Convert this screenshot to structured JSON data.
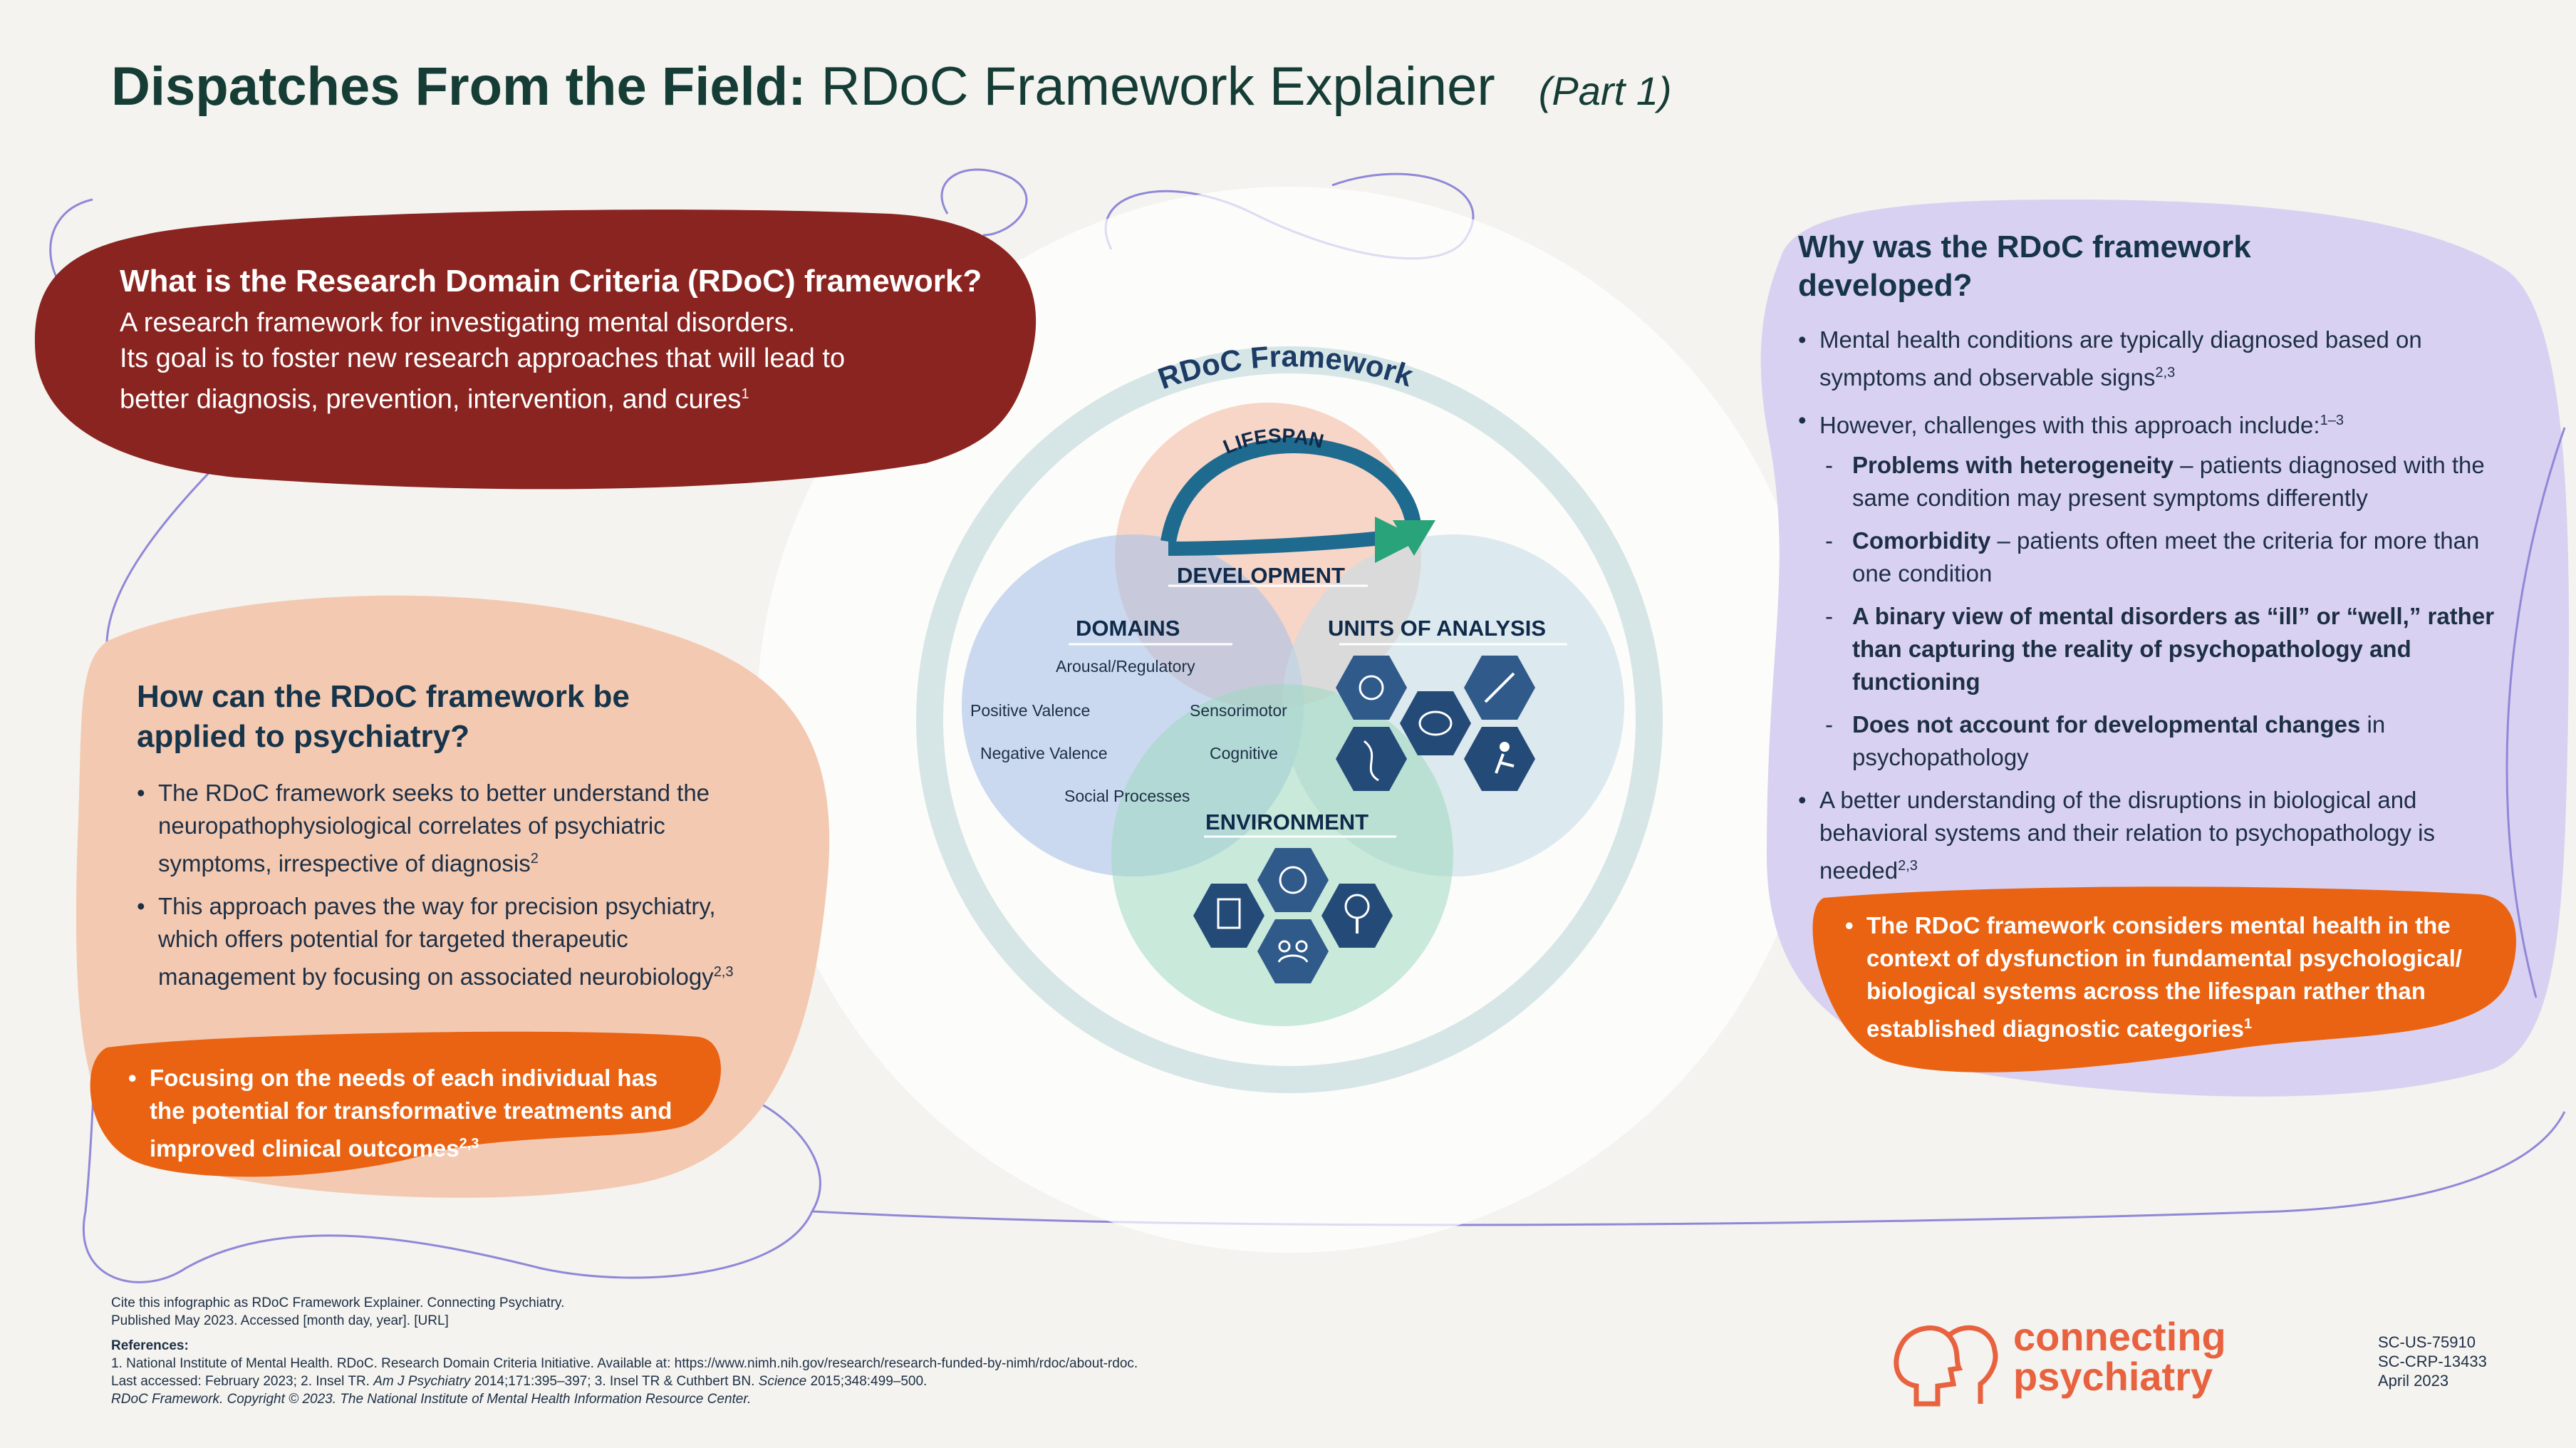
{
  "header": {
    "title_bold": "Dispatches From the Field:",
    "title_regular": "RDoC Framework Explainer",
    "part": "(Part 1)"
  },
  "colors": {
    "dark_red": "#8a2420",
    "peach": "#f4c9b1",
    "orange": "#e96313",
    "lavender": "#d9d1f1",
    "title_green": "#153c35"
  },
  "what_is": {
    "heading": "What is the Research Domain Criteria (RDoC) framework?",
    "lines": [
      "A research framework for investigating mental disorders.",
      "Its goal is to foster new research approaches that will lead to",
      "better diagnosis, prevention, intervention, and cures"
    ],
    "ref": "1"
  },
  "how_applied": {
    "heading_line1": "How can the RDoC framework be",
    "heading_line2": "applied to psychiatry?",
    "bullets": [
      {
        "text": "The RDoC framework seeks to better understand the neuropathophysiological correlates of psychiatric symptoms, irrespective of diagnosis",
        "ref": "2"
      },
      {
        "text": "This approach paves the way for precision psychiatry, which offers potential for targeted therapeutic management by focusing on associated neurobiology",
        "ref": "2,3"
      }
    ],
    "callout": "Focusing on the needs of each individual has the potential for transformative treatments and improved clinical outcomes",
    "callout_ref": "2,3"
  },
  "why_developed": {
    "heading_line1": "Why was the RDoC framework",
    "heading_line2": "developed?",
    "bullet1": {
      "text": "Mental health conditions are typically diagnosed based on symptoms and observable signs",
      "ref": "2,3"
    },
    "bullet2": {
      "text": "However, challenges with this approach include:",
      "ref": "1–3"
    },
    "sub": [
      {
        "bold": "Problems with heterogeneity",
        "text": " – patients diagnosed with the same condition may present symptoms differently"
      },
      {
        "bold": "Comorbidity",
        "text": " – patients often meet the criteria for more than one condition"
      },
      {
        "bold": "A binary view of mental disorders as “ill” or “well,” rather than capturing the reality of psychopathology and functioning",
        "text": ""
      },
      {
        "bold": "Does not account for developmental changes",
        "text": " in psychopathology"
      }
    ],
    "bullet3": {
      "text": "A better understanding of the disruptions in biological and behavioral systems and their relation to psychopathology is needed",
      "ref": "2,3"
    },
    "callout": "The RDoC framework considers mental health in the context of dysfunction in fundamental psychological/ biological systems across the lifespan rather than established diagnostic categories",
    "callout_ref": "1"
  },
  "diagram": {
    "ring_title": "RDoC Framework",
    "lifespan": "LIFESPAN",
    "development": "DEVELOPMENT",
    "domains": "DOMAINS",
    "units": "UNITS OF ANALYSIS",
    "environment": "ENVIRONMENT",
    "domain_items": [
      "Arousal/Regulatory",
      "Positive Valence",
      "Sensorimotor",
      "Negative Valence",
      "Cognitive",
      "Social Processes"
    ],
    "unit_icons": [
      "molecule-icon",
      "brain-icon",
      "dna-icon",
      "neuron-icon",
      "running-icon"
    ],
    "environment_icons": [
      "globe-icon",
      "building-icon",
      "tree-icon",
      "people-icon"
    ]
  },
  "footer": {
    "cite1": "Cite this infographic as RDoC Framework Explainer. Connecting Psychiatry.",
    "cite2": "Published May 2023. Accessed [month day, year]. [URL]",
    "refs_label": "References:",
    "ref1": "1. National Institute of Mental Health. RDoC. Research Domain Criteria Initiative. Available at: https://www.nimh.nih.gov/research/research-funded-by-nimh/rdoc/about-rdoc.",
    "ref2_a": "Last accessed: February 2023; 2. Insel TR.",
    "ref2_j": "Am J Psychiatry",
    "ref2_b": "2014;171:395–397; 3. Insel TR & Cuthbert BN.",
    "ref3_j": "Science",
    "ref3_b": "2015;348:499–500.",
    "copyright": "RDoC Framework. Copyright © 2023. The National Institute of Mental Health Information Resource Center.",
    "logo_line1": "connecting",
    "logo_line2": "psychiatry",
    "codes": [
      "SC-US-75910",
      "SC-CRP-13433",
      "April 2023"
    ]
  }
}
